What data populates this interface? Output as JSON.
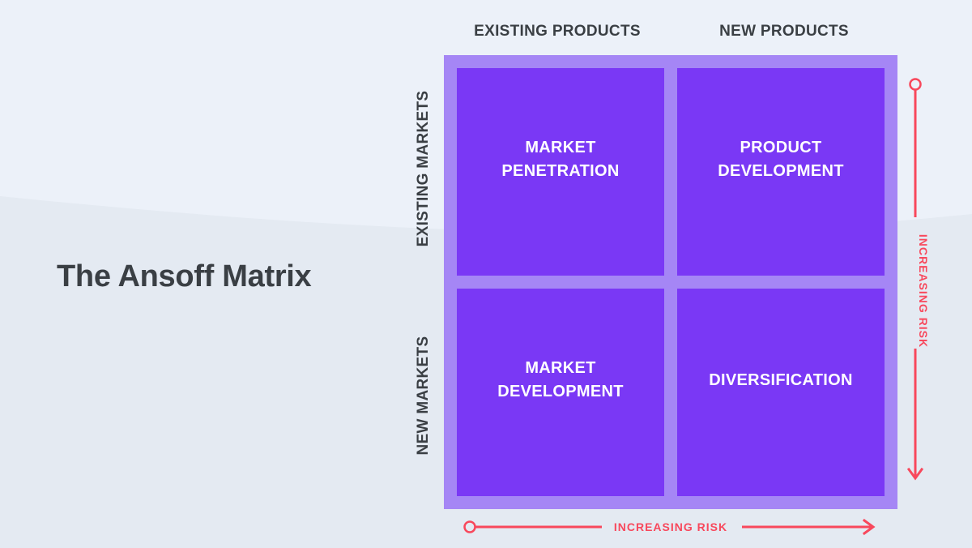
{
  "title": "The Ansoff Matrix",
  "theme": {
    "background": "#ecf1f9",
    "background_band": "#e4eaf2",
    "frame_purple": "#a586f5",
    "quadrant_purple": "#7a38f5",
    "text_dark": "#3a3f44",
    "text_light": "#ffffff",
    "accent_red": "#f8485c"
  },
  "axes": {
    "columns": [
      {
        "label": "EXISTING PRODUCTS"
      },
      {
        "label": "NEW PRODUCTS"
      }
    ],
    "rows": [
      {
        "label": "EXISTING MARKETS"
      },
      {
        "label": "NEW MARKETS"
      }
    ]
  },
  "matrix": {
    "quadrants": [
      {
        "id": "market-penetration",
        "line1": "MARKET",
        "line2": "PENETRATION",
        "row": "EXISTING MARKETS",
        "column": "EXISTING PRODUCTS"
      },
      {
        "id": "product-development",
        "line1": "PRODUCT",
        "line2": "DEVELOPMENT",
        "row": "EXISTING MARKETS",
        "column": "NEW PRODUCTS"
      },
      {
        "id": "market-development",
        "line1": "MARKET",
        "line2": "DEVELOPMENT",
        "row": "NEW MARKETS",
        "column": "EXISTING PRODUCTS"
      },
      {
        "id": "diversification",
        "line1": "DIVERSIFICATION",
        "line2": "",
        "row": "NEW MARKETS",
        "column": "NEW PRODUCTS"
      }
    ]
  },
  "risk_axes": {
    "vertical": {
      "label": "INCREASING RISK",
      "direction": "downward",
      "start_marker": "hollow-circle",
      "end_marker": "arrowhead"
    },
    "horizontal": {
      "label": "INCREASING RISK",
      "direction": "rightward",
      "start_marker": "hollow-circle",
      "end_marker": "arrowhead"
    }
  }
}
